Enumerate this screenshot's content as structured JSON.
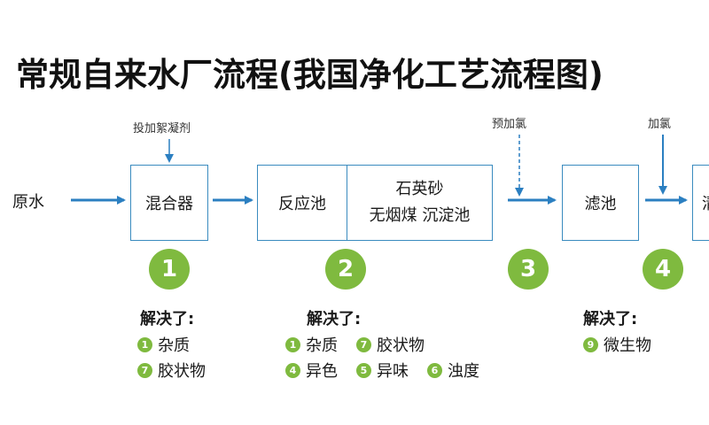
{
  "title": "常规自来水厂流程(我国净化工艺流程图)",
  "colors": {
    "box_border": "#3a8bbf",
    "arrow": "#2b7fc1",
    "badge": "#7fba3f"
  },
  "raw_water": "原水",
  "additives": {
    "coagulant": "投加絮凝剂",
    "pre_chlorine": "预加氯",
    "chlorine": "加氯"
  },
  "boxes": {
    "mixer": "混合器",
    "reaction": "反应池",
    "sedimentation_line1": "石英砂",
    "sedimentation_line2": "无烟煤 沉淀池",
    "filter": "滤池",
    "next_partial": "清"
  },
  "steps": [
    "1",
    "2",
    "3",
    "4"
  ],
  "solved_label": "解决了:",
  "solved": {
    "step1": [
      {
        "n": "1",
        "text": "杂质"
      },
      {
        "n": "7",
        "text": "胶状物"
      }
    ],
    "step2": [
      {
        "n": "1",
        "text": "杂质"
      },
      {
        "n": "7",
        "text": "胶状物"
      },
      {
        "n": "4",
        "text": "异色"
      },
      {
        "n": "5",
        "text": "异味"
      },
      {
        "n": "6",
        "text": "浊度"
      }
    ],
    "step4": [
      {
        "n": "9",
        "text": "微生物"
      }
    ]
  }
}
